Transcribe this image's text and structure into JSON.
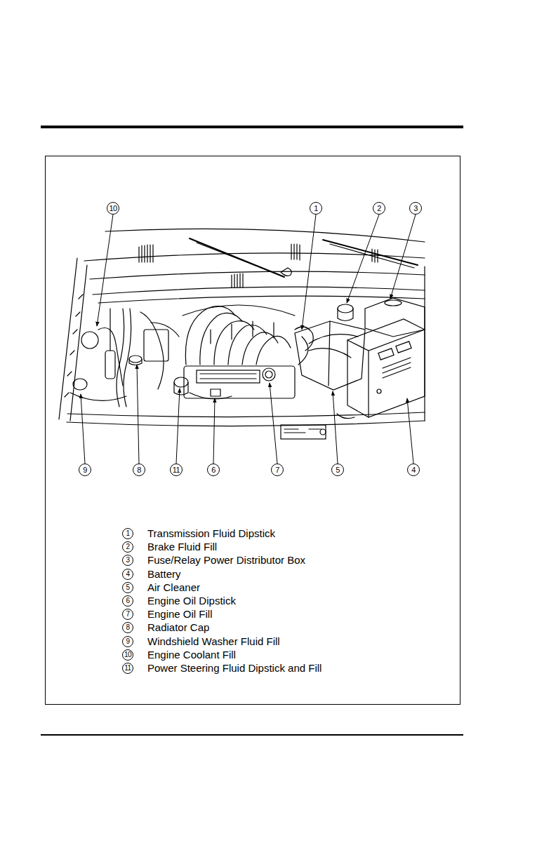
{
  "diagram": {
    "labels": [
      "10",
      "1",
      "2",
      "3",
      "9",
      "8",
      "11",
      "6",
      "7",
      "5",
      "4",
      "1",
      "2",
      "3",
      "4",
      "5",
      "6",
      "7",
      "8",
      "9",
      "10",
      "11"
    ],
    "legend": [
      {
        "text": "Transmission Fluid Dipstick"
      },
      {
        "text": "Brake Fluid Fill"
      },
      {
        "text": "Fuse/Relay Power Distributor Box"
      },
      {
        "text": "Battery"
      },
      {
        "text": "Air Cleaner"
      },
      {
        "text": "Engine Oil Dipstick"
      },
      {
        "text": "Engine Oil Fill"
      },
      {
        "text": "Radiator Cap"
      },
      {
        "text": "Windshield Washer Fluid Fill"
      },
      {
        "text": "Engine Coolant Fill"
      },
      {
        "text": "Power Steering Fluid Dipstick and Fill"
      }
    ]
  }
}
